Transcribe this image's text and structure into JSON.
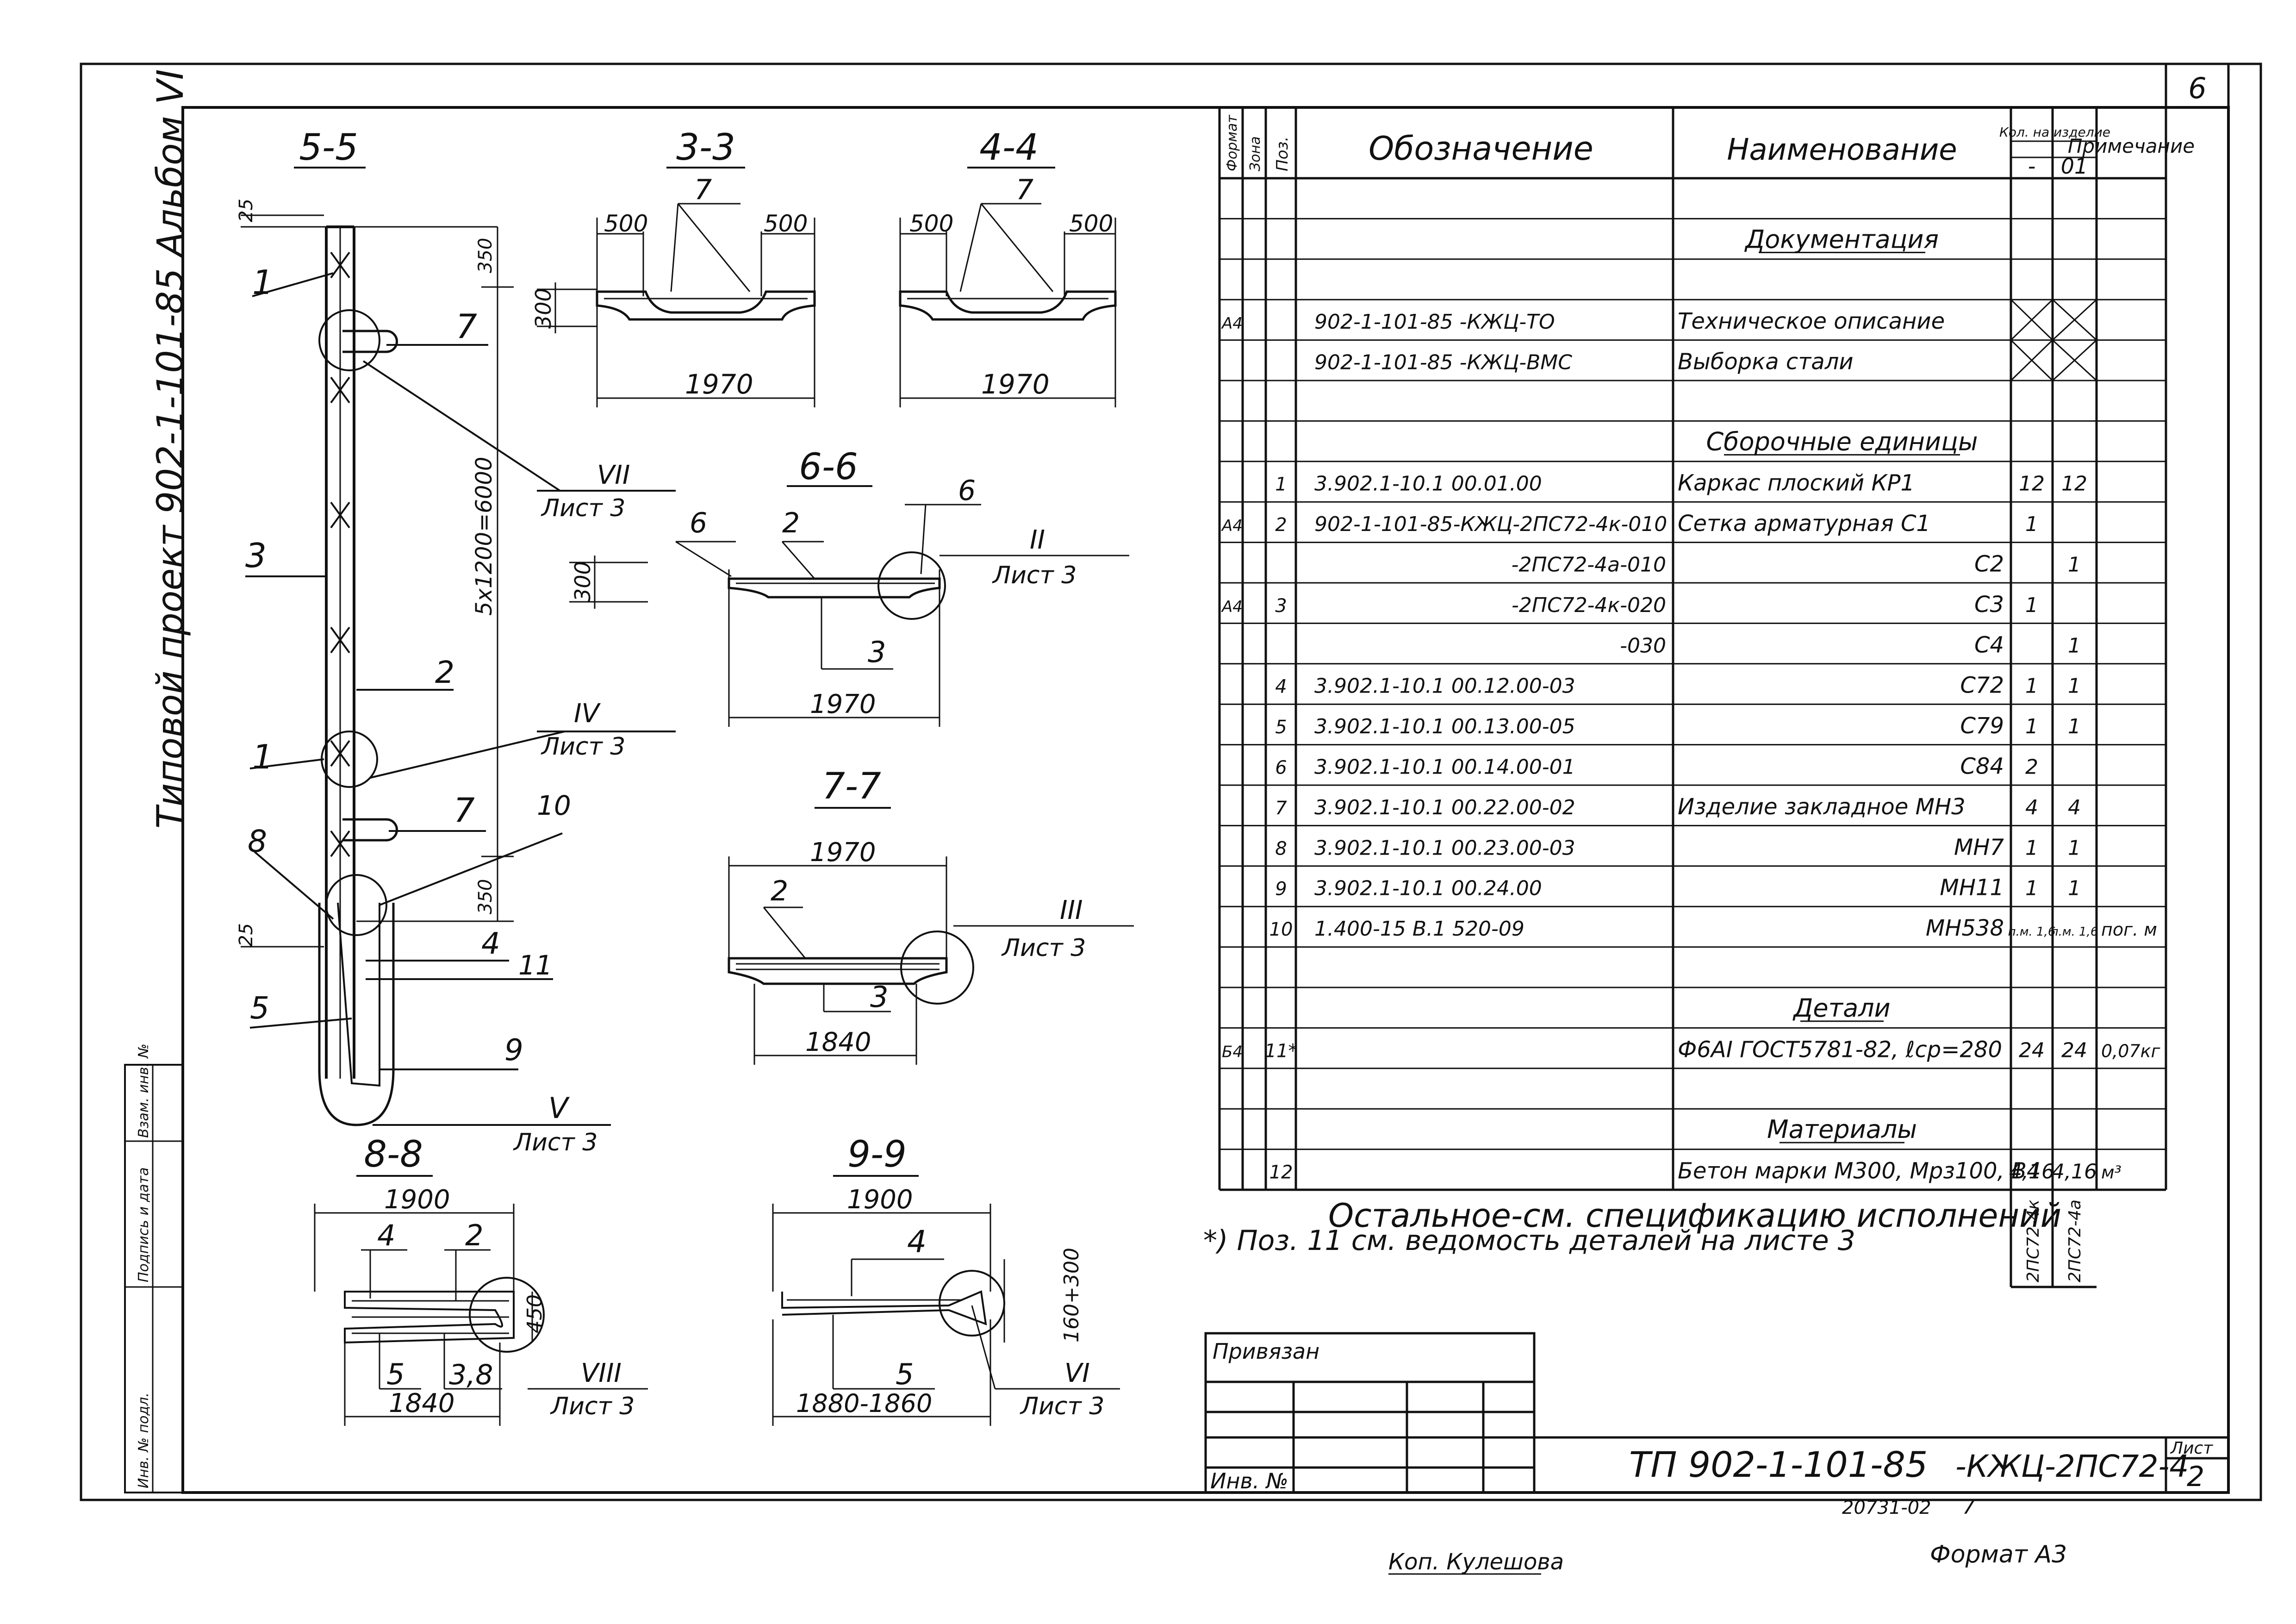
{
  "sheet": {
    "corner_number": "6",
    "side_title": "Типовой проект 902-1-101-85 Альбом VI",
    "stamp_code": "ТП 902-1-101-85",
    "stamp_suffix": "-КЖЦ-2ПС72-4",
    "stamp_sheet_label": "Лист",
    "stamp_sheet_number": "2",
    "stamp_linked_label": "Привязан",
    "stamp_inv_label": "Инв. №",
    "archive_number": "20731-02",
    "archive_page": "7",
    "copied_by": "Коп. Кулешова",
    "format": "Формат А3",
    "left_strip": [
      "Инв. № подл.",
      "Подпись и дата",
      "Взам. инв. №"
    ]
  },
  "views": {
    "v55": {
      "title": "5-5",
      "dims": [
        "25",
        "350",
        "5x1200=6000",
        "350",
        "25"
      ],
      "labels": [
        "1",
        "3",
        "2",
        "1",
        "7",
        "7",
        "8",
        "10",
        "4",
        "11",
        "5",
        "9"
      ],
      "callouts": [
        {
          "num": "VII",
          "sheet": "Лист 3"
        },
        {
          "num": "IV",
          "sheet": "Лист 3"
        },
        {
          "num": "V",
          "sheet": "Лист 3"
        }
      ]
    },
    "v33": {
      "title": "3-3",
      "dims": [
        "500",
        "7",
        "500",
        "300",
        "1970"
      ]
    },
    "v44": {
      "title": "4-4",
      "dims": [
        "500",
        "7",
        "500",
        "1970"
      ]
    },
    "v66": {
      "title": "6-6",
      "dims": [
        "6",
        "2",
        "6",
        "300",
        "3",
        "1970"
      ],
      "callout": {
        "num": "II",
        "sheet": "Лист 3"
      }
    },
    "v77": {
      "title": "7-7",
      "dims": [
        "1970",
        "2",
        "3",
        "1840"
      ],
      "callout": {
        "num": "III",
        "sheet": "Лист 3"
      }
    },
    "v88": {
      "title": "8-8",
      "dims": [
        "1900",
        "4",
        "2",
        "450",
        "5",
        "3,8",
        "1840"
      ],
      "callout": {
        "num": "VIII",
        "sheet": "Лист 3"
      }
    },
    "v99": {
      "title": "9-9",
      "dims": [
        "1900",
        "4",
        "160+300",
        "5",
        "1880-1860"
      ],
      "callout": {
        "num": "VI",
        "sheet": "Лист 3"
      }
    }
  },
  "spec": {
    "headers": {
      "format": "Формат",
      "zone": "Зона",
      "pos": "Поз.",
      "designation": "Обозначение",
      "name": "Наименование",
      "qty_top": "Кол. на изделие",
      "qty_a": "-",
      "qty_b": "01",
      "note": "Примечание"
    },
    "rows": [
      {
        "fmt": "",
        "pos": "",
        "des": "",
        "name": "",
        "a": "",
        "b": "",
        "note": ""
      },
      {
        "fmt": "",
        "pos": "",
        "des": "",
        "name": "Документация",
        "a": "",
        "b": "",
        "note": "",
        "section": true
      },
      {
        "fmt": "",
        "pos": "",
        "des": "",
        "name": "",
        "a": "",
        "b": "",
        "note": ""
      },
      {
        "fmt": "А4",
        "pos": "",
        "des": "902-1-101-85 -КЖЦ-ТО",
        "name": "Техническое описание",
        "a": "",
        "b": "",
        "note": "",
        "cross": true
      },
      {
        "fmt": "",
        "pos": "",
        "des": "902-1-101-85 -КЖЦ-ВМС",
        "name": "Выборка стали",
        "a": "",
        "b": "",
        "note": "",
        "cross": true
      },
      {
        "fmt": "",
        "pos": "",
        "des": "",
        "name": "",
        "a": "",
        "b": "",
        "note": ""
      },
      {
        "fmt": "",
        "pos": "",
        "des": "",
        "name": "Сборочные единицы",
        "a": "",
        "b": "",
        "note": "",
        "section": true
      },
      {
        "fmt": "",
        "pos": "1",
        "des": "3.902.1-10.1 00.01.00",
        "name": "Каркас плоский КР1",
        "a": "12",
        "b": "12",
        "note": ""
      },
      {
        "fmt": "А4",
        "pos": "2",
        "des": "902-1-101-85-КЖЦ-2ПС72-4к-010",
        "name": "Сетка арматурная С1",
        "a": "1",
        "b": "",
        "note": ""
      },
      {
        "fmt": "",
        "pos": "",
        "des": "-2ПС72-4а-010",
        "name": "С2",
        "a": "",
        "b": "1",
        "note": "",
        "right": true
      },
      {
        "fmt": "А4",
        "pos": "3",
        "des": "-2ПС72-4к-020",
        "name": "С3",
        "a": "1",
        "b": "",
        "note": "",
        "right": true
      },
      {
        "fmt": "",
        "pos": "",
        "des": "-030",
        "name": "С4",
        "a": "",
        "b": "1",
        "note": "",
        "right": true
      },
      {
        "fmt": "",
        "pos": "4",
        "des": "3.902.1-10.1 00.12.00-03",
        "name": "С72",
        "a": "1",
        "b": "1",
        "note": "",
        "right": true
      },
      {
        "fmt": "",
        "pos": "5",
        "des": "3.902.1-10.1 00.13.00-05",
        "name": "С79",
        "a": "1",
        "b": "1",
        "note": "",
        "right": true
      },
      {
        "fmt": "",
        "pos": "6",
        "des": "3.902.1-10.1 00.14.00-01",
        "name": "С84",
        "a": "2",
        "b": "",
        "note": "",
        "right": true
      },
      {
        "fmt": "",
        "pos": "7",
        "des": "3.902.1-10.1 00.22.00-02",
        "name": "Изделие закладное МН3",
        "a": "4",
        "b": "4",
        "note": ""
      },
      {
        "fmt": "",
        "pos": "8",
        "des": "3.902.1-10.1 00.23.00-03",
        "name": "МН7",
        "a": "1",
        "b": "1",
        "note": "",
        "right": true
      },
      {
        "fmt": "",
        "pos": "9",
        "des": "3.902.1-10.1 00.24.00",
        "name": "МН11",
        "a": "1",
        "b": "1",
        "note": "",
        "right": true
      },
      {
        "fmt": "",
        "pos": "10",
        "des": "1.400-15 В.1 520-09",
        "name": "МН538",
        "a": "п.м. 1,6",
        "b": "п.м. 1,6",
        "note": "пог. м",
        "right": true
      },
      {
        "fmt": "",
        "pos": "",
        "des": "",
        "name": "",
        "a": "",
        "b": "",
        "note": ""
      },
      {
        "fmt": "",
        "pos": "",
        "des": "",
        "name": "Детали",
        "a": "",
        "b": "",
        "note": "",
        "section": true
      },
      {
        "fmt": "Б4",
        "pos": "11*",
        "des": "",
        "name": "Ф6АI ГОСТ5781-82, ℓср=280",
        "a": "24",
        "b": "24",
        "note": "0,07кг"
      },
      {
        "fmt": "",
        "pos": "",
        "des": "",
        "name": "",
        "a": "",
        "b": "",
        "note": ""
      },
      {
        "fmt": "",
        "pos": "",
        "des": "",
        "name": "Материалы",
        "a": "",
        "b": "",
        "note": "",
        "section": true
      },
      {
        "fmt": "",
        "pos": "12",
        "des": "",
        "name": "Бетон марки М300, Мрз100, В4",
        "a": "4,16",
        "b": "4,16",
        "note": "м³"
      }
    ],
    "footer_rest": "Остальное-см. спецификацию исполнений",
    "variant_a": "2ПС72-4к",
    "variant_b": "2ПС72-4а",
    "footnote": "*) Поз. 11 см. ведомость деталей на листе 3"
  }
}
